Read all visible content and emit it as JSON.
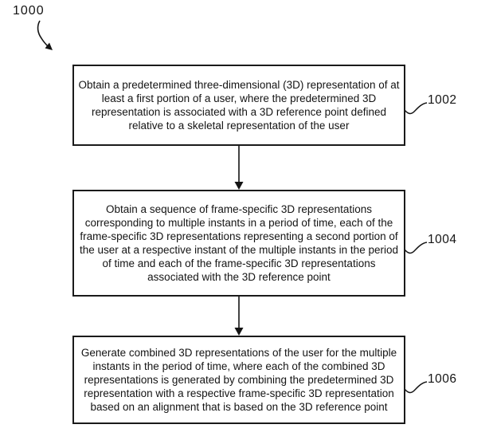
{
  "figure": {
    "label": "1000",
    "steps": [
      {
        "ref": "1002",
        "text": "Obtain a predetermined three-dimensional (3D) representation of at least a first portion of a user, where the predetermined 3D representation is associated with a 3D reference point defined relative to a skeletal representation of the user"
      },
      {
        "ref": "1004",
        "text": "Obtain a sequence of frame-specific 3D representations corresponding to multiple instants in a period of time, each of the frame-specific 3D representations representing a second portion of the user at a respective instant of the multiple instants in the period of time and each of the frame-specific 3D representations associated with the 3D reference point"
      },
      {
        "ref": "1006",
        "text": "Generate combined 3D representations of the user for the multiple instants in the period of time, where each of the combined 3D representations is generated by combining the predetermined 3D representation with a respective frame-specific 3D representation based on an alignment that is based on the 3D reference point"
      }
    ],
    "line_color": "#141414"
  }
}
